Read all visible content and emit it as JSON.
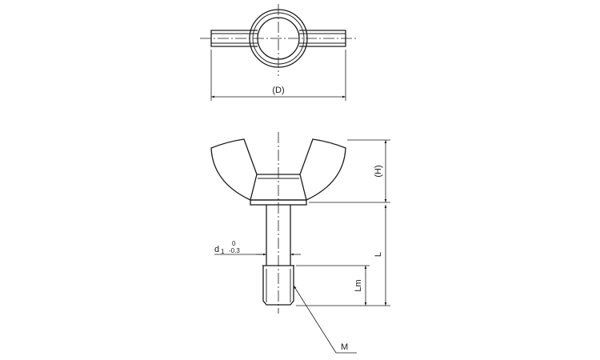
{
  "labels": {
    "diameter": "(D)",
    "height": "(H)",
    "length": "L",
    "thread_length": "Lm",
    "thread": "M",
    "shank_symbol": "d",
    "shank_subscript": "1",
    "tol_upper": "0",
    "tol_lower": "-0.3"
  },
  "colors": {
    "line": "#1a1a1a",
    "background": "#ffffff"
  }
}
